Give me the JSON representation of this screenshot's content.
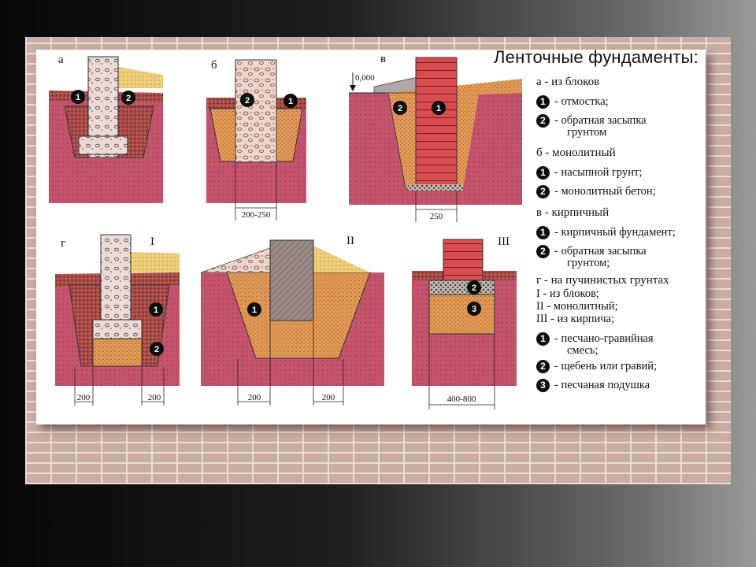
{
  "title": "Ленточные фундаменты:",
  "level_mark": "0,000",
  "section_letters": {
    "a": "а",
    "b": "б",
    "v": "в",
    "g": "г"
  },
  "roman": {
    "i": "I",
    "ii": "II",
    "iii": "III"
  },
  "dimensions": {
    "b_width": "200-250",
    "v_width": "250",
    "g1_left": "200",
    "g1_right": "200",
    "g2_left": "200",
    "g2_right": "200",
    "g3_width": "400-800"
  },
  "badges": {
    "one": "1",
    "two": "2",
    "three": "3"
  },
  "legend": {
    "a_head": "а - из блоков",
    "a_item1": "- отмостка;",
    "a_item2_line1": "- обратная засыпка",
    "a_item2_line2": "грунтом",
    "b_head": "б - монолитный",
    "b_item1": "- насыпной грунт;",
    "b_item2": "- монолитный бетон;",
    "v_head": "в - кирпичный",
    "v_item1": "- кирпичный фундамент;",
    "v_item2_line1": "- обратная засыпка",
    "v_item2_line2": "грунтом;",
    "g_head": "г - на пучинистых грунтах",
    "g_sub1": "I - из блоков;",
    "g_sub2": "II - монолитный;",
    "g_sub3": "III - из кирпича;",
    "g_item1_line1": "- песчано-гравийная",
    "g_item1_line2": "смесь;",
    "g_item2": "- щебень или гравий;",
    "g_item3": "- песчаная подушка"
  }
}
